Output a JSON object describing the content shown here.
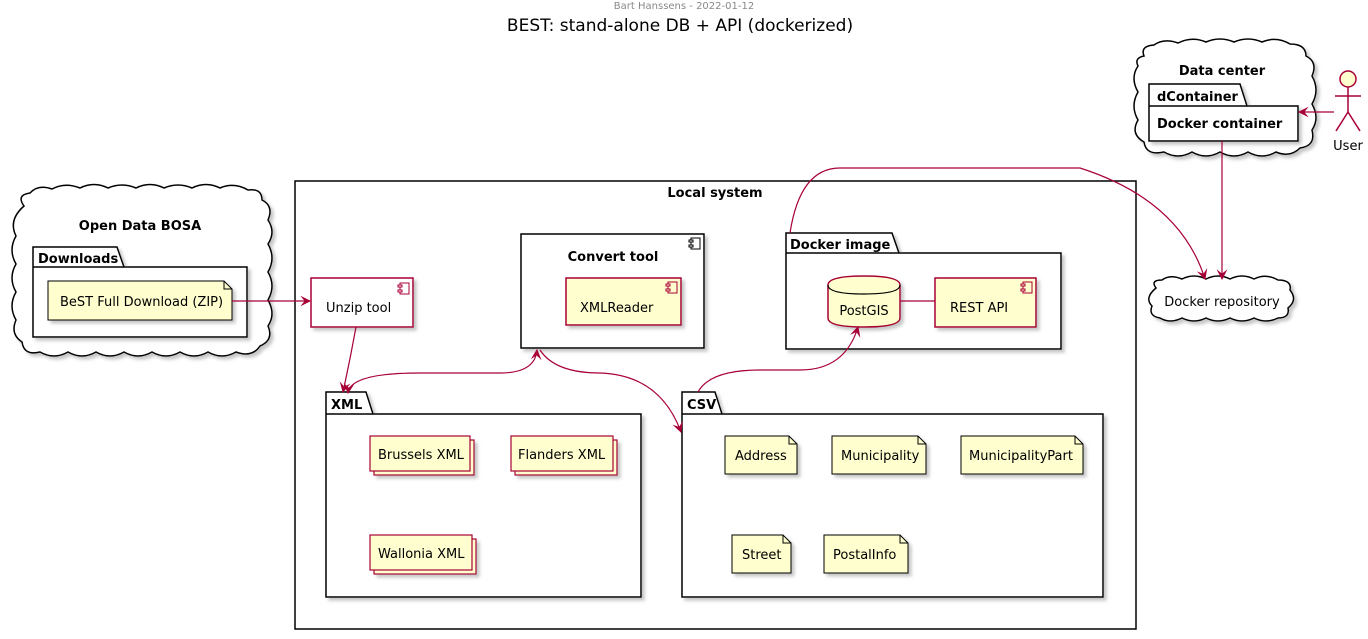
{
  "header": {
    "author": "Bart Hanssens - 2022-01-12",
    "title": "BEST: stand-alone DB + API (dockerized)"
  },
  "open_data": {
    "title": "Open Data BOSA",
    "downloads_label": "Downloads",
    "zip_label": "BeST Full Download (ZIP)"
  },
  "local": {
    "title": "Local system",
    "unzip_label": "Unzip tool",
    "convert_title": "Convert tool",
    "xmlreader_label": "XMLReader",
    "docker_image_label": "Docker image",
    "postgis_label": "PostGIS",
    "rest_label": "REST API",
    "xml_label": "XML",
    "xml_files": [
      "Brussels XML",
      "Flanders XML",
      "Wallonia XML"
    ],
    "csv_label": "CSV",
    "csv_files": [
      "Address",
      "Municipality",
      "MunicipalityPart",
      "Street",
      "PostalInfo"
    ]
  },
  "datacenter": {
    "title": "Data center",
    "container_tab": "dContainer",
    "container_label": "Docker container"
  },
  "actor": {
    "label": "User"
  },
  "repo": {
    "label": "Docker repository"
  },
  "colors": {
    "accent": "#a80036",
    "fill_yellow": "#fefece",
    "shadow": "#c8c8c8"
  }
}
